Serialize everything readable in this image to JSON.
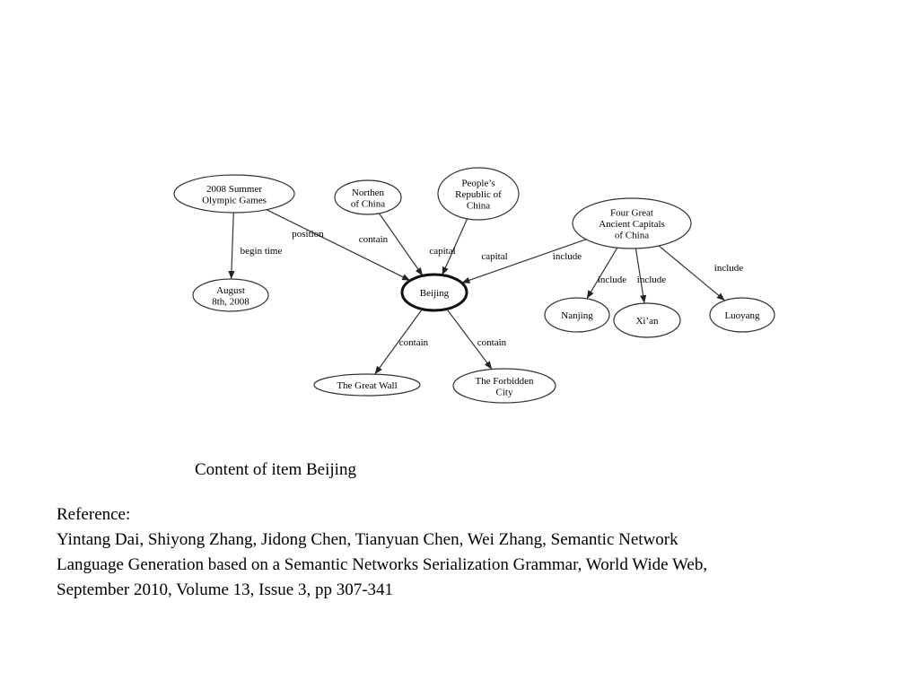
{
  "diagram": {
    "nodes": [
      {
        "id": "olympics",
        "lines": [
          "2008 Summer",
          "Olympic Games"
        ]
      },
      {
        "id": "north",
        "lines": [
          "Northen",
          "of China"
        ]
      },
      {
        "id": "prc",
        "lines": [
          "People’s",
          "Republic of",
          "China"
        ]
      },
      {
        "id": "capitals",
        "lines": [
          "Four Great",
          "Ancient Capitals",
          "of China"
        ]
      },
      {
        "id": "august",
        "lines": [
          "August",
          "8th, 2008"
        ]
      },
      {
        "id": "beijing",
        "lines": [
          "Beijing"
        ]
      },
      {
        "id": "nanjing",
        "lines": [
          "Nanjing"
        ]
      },
      {
        "id": "xian",
        "lines": [
          "Xi’an"
        ]
      },
      {
        "id": "luoyang",
        "lines": [
          "Luoyang"
        ]
      },
      {
        "id": "wall",
        "lines": [
          "The Great Wall"
        ]
      },
      {
        "id": "forbidden",
        "lines": [
          "The Forbidden",
          "City"
        ]
      }
    ],
    "edges": [
      {
        "from": "olympics",
        "to": "august",
        "label": "begin time"
      },
      {
        "from": "olympics",
        "to": "beijing",
        "label": "position"
      },
      {
        "from": "north",
        "to": "beijing",
        "label": "contain"
      },
      {
        "from": "prc",
        "to": "beijing",
        "label": "capital"
      },
      {
        "from": "capitals",
        "to": "beijing",
        "label": "capital"
      },
      {
        "from": "capitals",
        "to": "nanjing",
        "label": "include"
      },
      {
        "from": "capitals",
        "to": "xian",
        "label": "include"
      },
      {
        "from": "capitals",
        "to": "luoyang",
        "label": "include"
      },
      {
        "from": "beijing",
        "to": "wall",
        "label": "contain"
      },
      {
        "from": "beijing",
        "to": "forbidden",
        "label": "contain"
      }
    ],
    "extra_labels": [
      "include"
    ]
  },
  "caption": "Content of item Beijing",
  "reference": {
    "heading": "Reference:",
    "lines": [
      "Yintang Dai, Shiyong Zhang, Jidong Chen, Tianyuan Chen, Wei Zhang, Semantic Network",
      "Language Generation based on a Semantic Networks Serialization Grammar, World Wide Web,",
      "September 2010, Volume 13, Issue 3, pp 307-341"
    ]
  }
}
